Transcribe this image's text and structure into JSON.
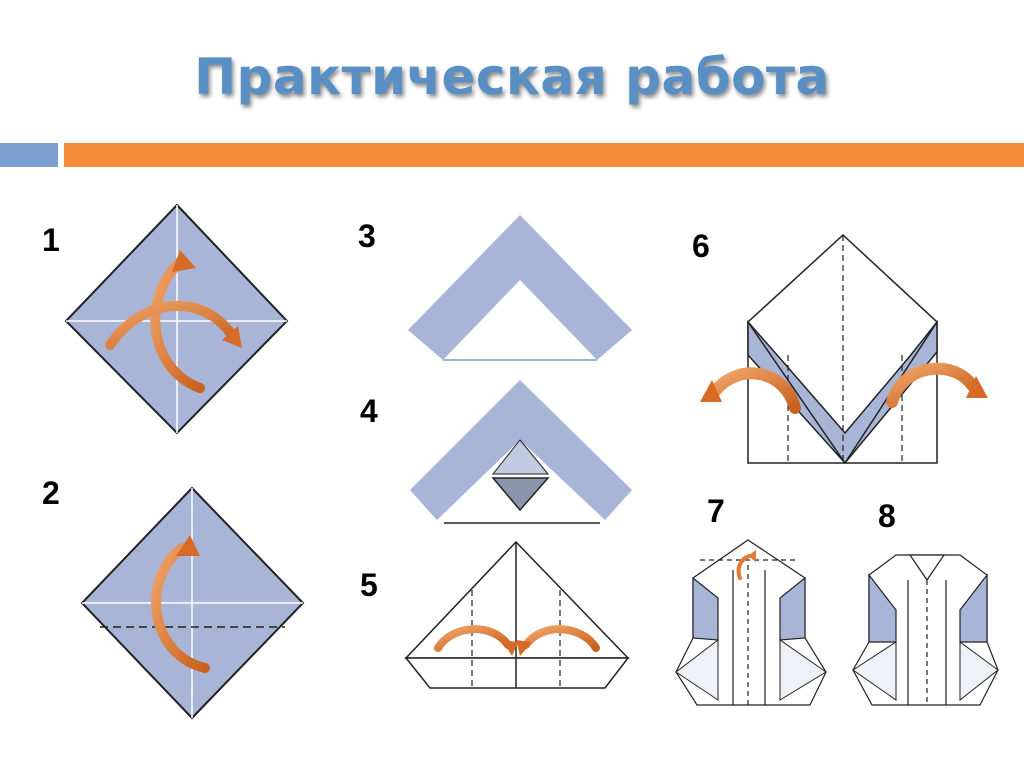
{
  "title": "Практическая работа",
  "steps": [
    "1",
    "2",
    "3",
    "4",
    "5",
    "6",
    "7",
    "8"
  ],
  "colors": {
    "title": "#5a8fc4",
    "paper": "#a9b5d6",
    "accent_bar_blue": "#7c9fd0",
    "accent_bar_orange": "#f38b3a",
    "arrow": "#e07a35"
  }
}
